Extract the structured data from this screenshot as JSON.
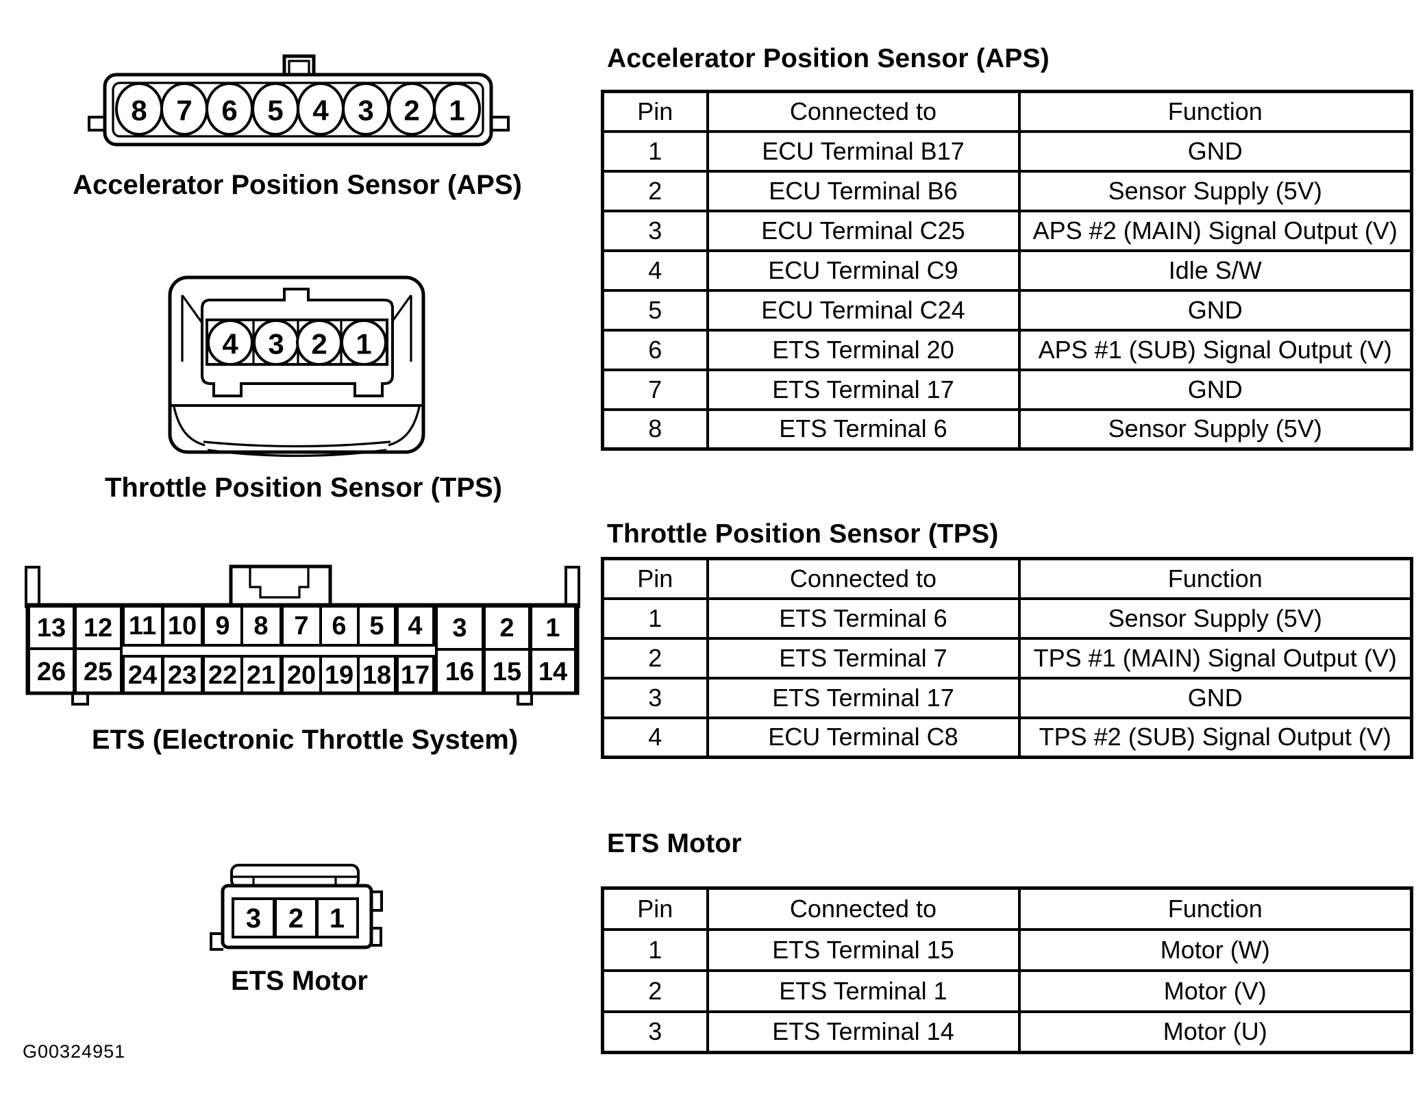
{
  "page": {
    "figure_id": "G00324951"
  },
  "connectors": {
    "aps": {
      "label": "Accelerator Position Sensor (APS)",
      "pins": [
        "8",
        "7",
        "6",
        "5",
        "4",
        "3",
        "2",
        "1"
      ]
    },
    "tps": {
      "label": "Throttle Position Sensor (TPS)",
      "pins": [
        "4",
        "3",
        "2",
        "1"
      ]
    },
    "ets": {
      "label": "ETS (Electronic Throttle System)",
      "pins_row1": [
        "13",
        "12",
        "11",
        "10",
        "9",
        "8",
        "7",
        "6",
        "5",
        "4",
        "3",
        "2",
        "1"
      ],
      "pins_row2": [
        "26",
        "25",
        "24",
        "23",
        "22",
        "21",
        "20",
        "19",
        "18",
        "17",
        "16",
        "15",
        "14"
      ]
    },
    "ets_motor": {
      "label": "ETS Motor",
      "pins": [
        "3",
        "2",
        "1"
      ]
    }
  },
  "tables": {
    "aps": {
      "title": "Accelerator Position Sensor (APS)",
      "headers": [
        "Pin",
        "Connected to",
        "Function"
      ],
      "rows": [
        [
          "1",
          "ECU Terminal B17",
          "GND"
        ],
        [
          "2",
          "ECU Terminal B6",
          "Sensor Supply (5V)"
        ],
        [
          "3",
          "ECU Terminal C25",
          "APS #2 (MAIN) Signal Output (V)"
        ],
        [
          "4",
          "ECU Terminal C9",
          "Idle S/W"
        ],
        [
          "5",
          "ECU Terminal C24",
          "GND"
        ],
        [
          "6",
          "ETS Terminal 20",
          "APS #1 (SUB) Signal Output (V)"
        ],
        [
          "7",
          "ETS Terminal 17",
          "GND"
        ],
        [
          "8",
          "ETS Terminal 6",
          "Sensor Supply (5V)"
        ]
      ]
    },
    "tps": {
      "title": "Throttle Position Sensor (TPS)",
      "headers": [
        "Pin",
        "Connected to",
        "Function"
      ],
      "rows": [
        [
          "1",
          "ETS Terminal 6",
          "Sensor Supply (5V)"
        ],
        [
          "2",
          "ETS Terminal 7",
          "TPS #1 (MAIN) Signal Output (V)"
        ],
        [
          "3",
          "ETS Terminal 17",
          "GND"
        ],
        [
          "4",
          "ECU Terminal C8",
          "TPS #2 (SUB) Signal Output (V)"
        ]
      ]
    },
    "ets_motor": {
      "title": "ETS Motor",
      "headers": [
        "Pin",
        "Connected to",
        "Function"
      ],
      "rows": [
        [
          "1",
          "ETS Terminal 15",
          "Motor (W)"
        ],
        [
          "2",
          "ETS Terminal 1",
          "Motor (V)"
        ],
        [
          "3",
          "ETS Terminal 14",
          "Motor (U)"
        ]
      ]
    }
  }
}
